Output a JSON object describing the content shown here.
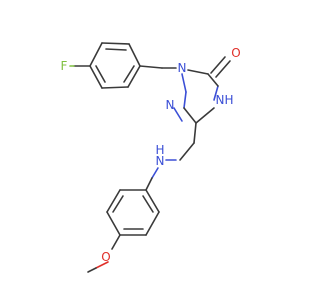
{
  "atoms": {
    "F": {
      "text": "F",
      "color": "#7fbf3f"
    },
    "N1": {
      "text": "N",
      "color": "#3b4fd6"
    },
    "N2": {
      "text": "N",
      "color": "#3b4fd6"
    },
    "NH_ring": {
      "text": "N",
      "color": "#3b4fd6"
    },
    "H_ring": {
      "text": "H",
      "color": "#3b4fd6"
    },
    "O_keto": {
      "text": "O",
      "color": "#e0302a"
    },
    "NH_amine_H": {
      "text": "H",
      "color": "#3b4fd6"
    },
    "NH_amine_N": {
      "text": "N",
      "color": "#3b4fd6"
    },
    "O_methoxy": {
      "text": "O",
      "color": "#e0302a"
    }
  }
}
